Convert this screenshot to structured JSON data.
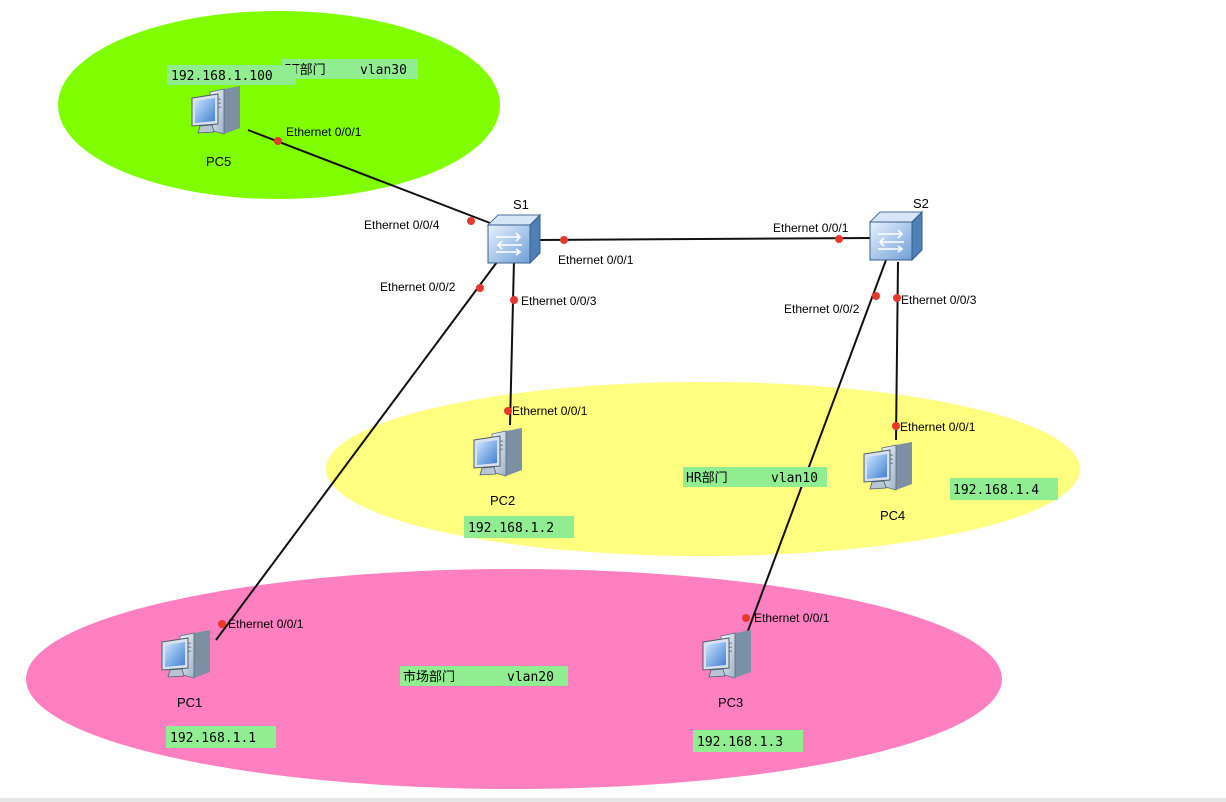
{
  "colors": {
    "zone_it": "#80ff00",
    "zone_hr": "#ffff80",
    "zone_market": "#ff80c0",
    "tag_bg": "#90ee90",
    "port_dot": "#e8382e",
    "link": "#111111"
  },
  "zones": {
    "it": {
      "name": "IT部门",
      "vlan": "vlan30"
    },
    "hr": {
      "name": "HR部门",
      "vlan": "vlan10"
    },
    "market": {
      "name": "市场部门",
      "vlan": "vlan20"
    }
  },
  "devices": {
    "s1": {
      "label": "S1",
      "icon": "switch-icon"
    },
    "s2": {
      "label": "S2",
      "icon": "switch-icon"
    },
    "pc1": {
      "label": "PC1",
      "ip": "192.168.1.1",
      "icon": "pc-icon"
    },
    "pc2": {
      "label": "PC2",
      "ip": "192.168.1.2",
      "icon": "pc-icon"
    },
    "pc3": {
      "label": "PC3",
      "ip": "192.168.1.3",
      "icon": "pc-icon"
    },
    "pc4": {
      "label": "PC4",
      "ip": "192.168.1.4",
      "icon": "pc-icon"
    },
    "pc5": {
      "label": "PC5",
      "ip": "192.168.1.100",
      "icon": "pc-icon"
    }
  },
  "ports": {
    "pc5_e1": "Ethernet 0/0/1",
    "s1_e4": "Ethernet 0/0/4",
    "s1_e1": "Ethernet 0/0/1",
    "s2_e1": "Ethernet 0/0/1",
    "s1_e2": "Ethernet 0/0/2",
    "s1_e3": "Ethernet 0/0/3",
    "s2_e2": "Ethernet 0/0/2",
    "s2_e3": "Ethernet 0/0/3",
    "pc2_e1": "Ethernet 0/0/1",
    "pc4_e1": "Ethernet 0/0/1",
    "pc1_e1": "Ethernet 0/0/1",
    "pc3_e1": "Ethernet 0/0/1"
  }
}
